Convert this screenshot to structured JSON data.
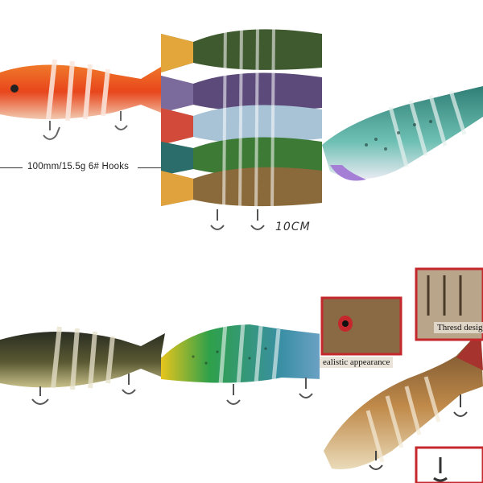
{
  "collage": {
    "spec_text": "100mm/15.5g  6# Hooks",
    "length_text": "10CM",
    "callout_realistic": "ealistic appearance",
    "callout_thread": "Thresd desig"
  },
  "colors": {
    "orange_lure": "#e8461c",
    "teal_lure": "#4fa9a0",
    "perch_lure": "#d9a347",
    "frame_red": "#c4282d"
  }
}
